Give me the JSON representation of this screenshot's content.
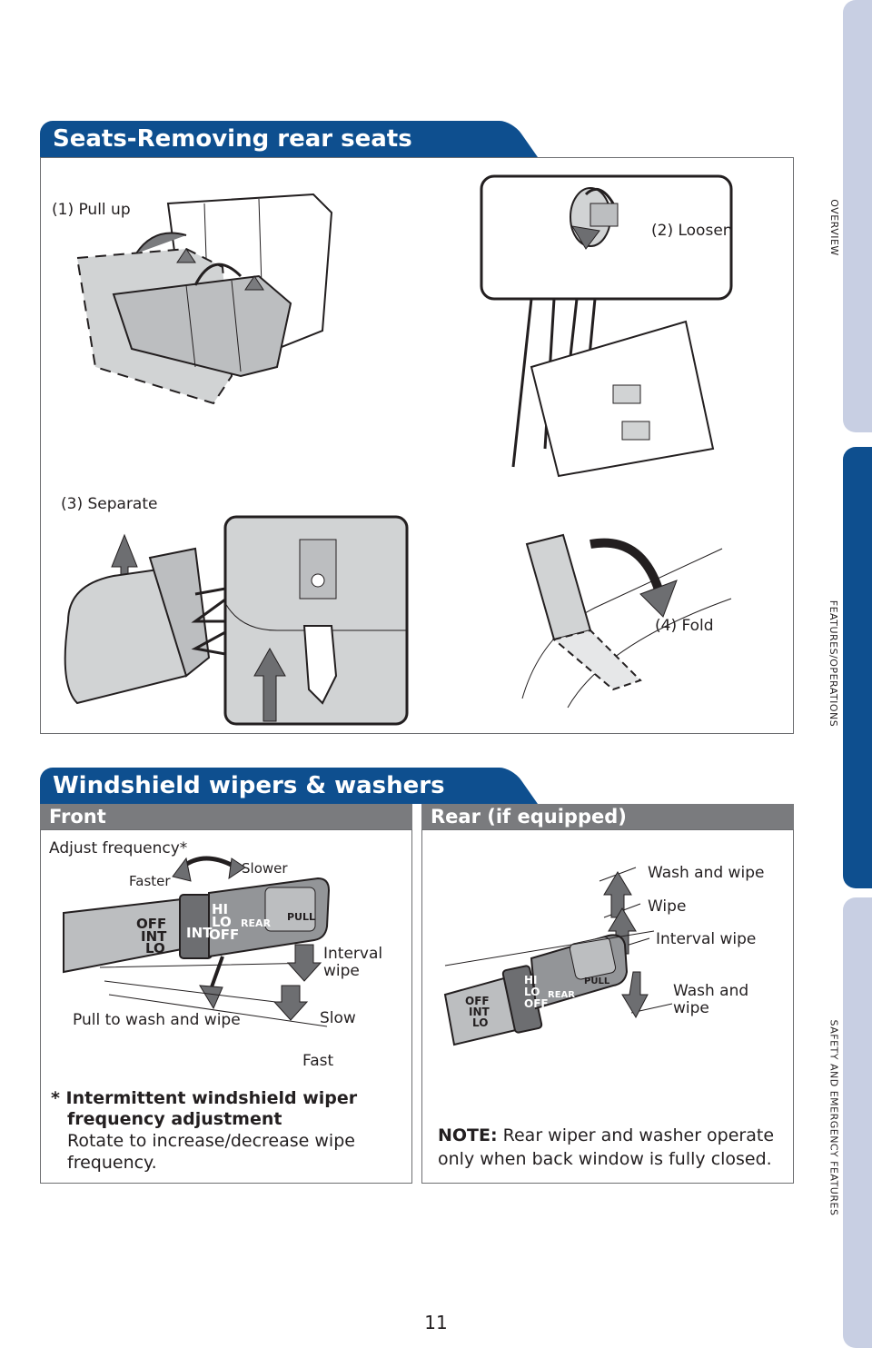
{
  "sidebar": {
    "tabs": [
      {
        "label": "OVERVIEW"
      },
      {
        "label": "FEATURES/OPERATIONS"
      },
      {
        "label": "SAFETY AND EMERGENCY FEATURES"
      }
    ]
  },
  "seats": {
    "title": "Seats-Removing rear seats",
    "steps": {
      "pull_up": "(1) Pull up",
      "loosen": "(2) Loosen",
      "separate": "(3) Separate",
      "fold": "(4) Fold"
    }
  },
  "wipers": {
    "title": "Windshield wipers & washers",
    "front": {
      "heading": "Front",
      "adjust": "Adjust frequency*",
      "faster": "Faster",
      "slower": "Slower",
      "interval_1": "Interval",
      "interval_2": "wipe",
      "slow": "Slow",
      "fast": "Fast",
      "pull": "Pull to wash and wipe",
      "footnote_title_1": "* Intermittent windshield wiper",
      "footnote_title_2": "frequency adjustment",
      "footnote_body_1": "Rotate to increase/decrease wipe",
      "footnote_body_2": "frequency."
    },
    "rear": {
      "heading": "Rear (if equipped)",
      "wash_wipe_top": "Wash and wipe",
      "wipe": "Wipe",
      "interval": "Interval wipe",
      "wash_wipe_bottom_1": "Wash and",
      "wash_wipe_bottom_2": "wipe",
      "note_label": "NOTE:",
      "note_text_1": "Rear wiper and washer operate",
      "note_text_2": "only when back window is fully closed."
    },
    "stalk": {
      "off": "OFF",
      "int": "INT",
      "lo": "LO",
      "hi": "HI",
      "rear": "REAR",
      "pull": "PULL"
    }
  },
  "page": {
    "number": "11"
  }
}
